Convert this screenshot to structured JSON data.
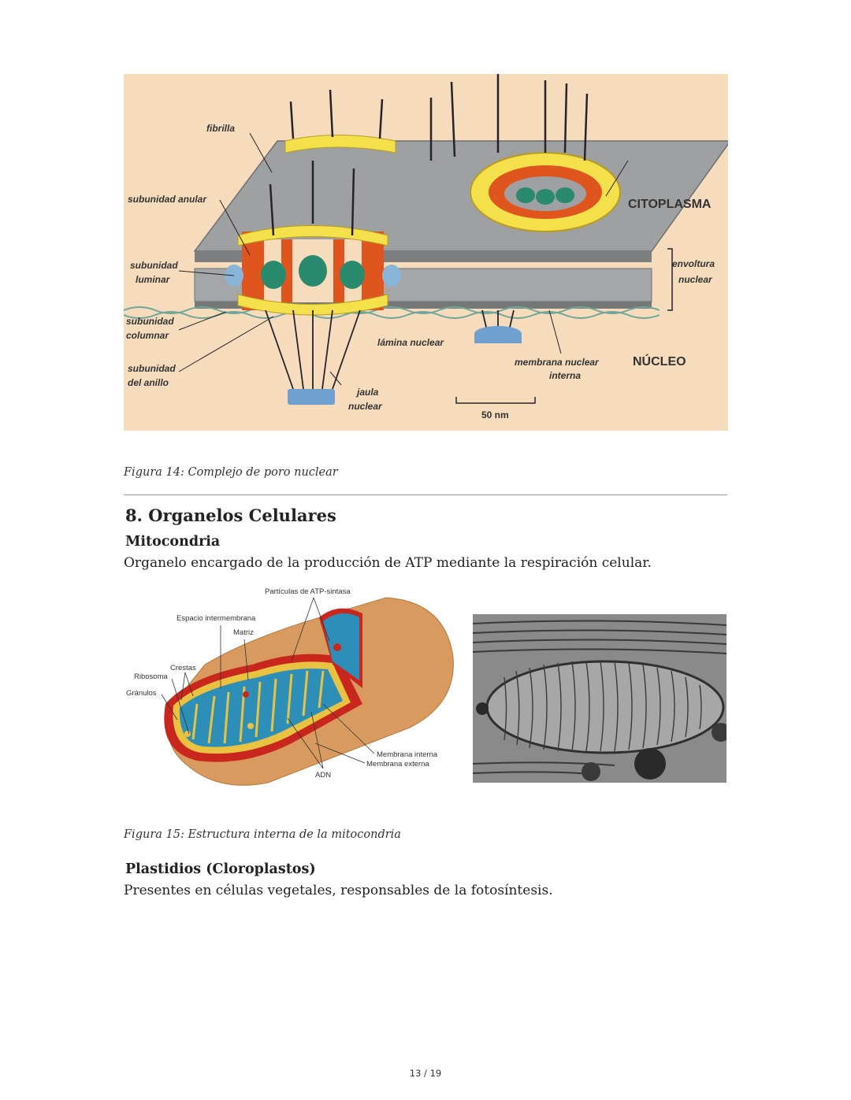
{
  "figure14": {
    "labels": {
      "fibrilla": "fibrilla",
      "subunidad_anular": "subunidad anular",
      "subunidad_luminar_1": "subunidad",
      "subunidad_luminar_2": "luminar",
      "subunidad_columnar_1": "subunidad",
      "subunidad_columnar_2": "columnar",
      "subunidad_anillo_1": "subunidad",
      "subunidad_anillo_2": "del anillo",
      "citoplasma": "CITOPLASMA",
      "envoltura_1": "envoltura",
      "envoltura_2": "nuclear",
      "lamina_nuclear": "lámina nuclear",
      "membrana_interna_1": "membrana nuclear",
      "membrana_interna_2": "interna",
      "nucleo": "NÚCLEO",
      "jaula_1": "jaula",
      "jaula_2": "nuclear",
      "scale": "50 nm"
    },
    "caption": "Figura 14: Complejo de poro nuclear"
  },
  "section": {
    "title": "8. Organelos Celulares"
  },
  "mitocondria": {
    "heading": "Mitocondria",
    "text": "Organelo encargado de la producción de ATP mediante la respiración celular.",
    "labels": {
      "atp": "Partículas de ATP-sintasa",
      "espacio": "Espacio intermembrana",
      "matriz": "Matriz",
      "crestas": "Crestas",
      "ribosoma": "Ribosoma",
      "granulos": "Gránulos",
      "membrana_interna": "Membrana interna",
      "membrana_externa": "Membrana externa",
      "adn": "ADN"
    },
    "caption": "Figura 15: Estructura interna de la mitocondria"
  },
  "plastidios": {
    "heading": "Plastidios (Cloroplastos)",
    "text": "Presentes en células vegetales, responsables de la fotosíntesis."
  },
  "page": {
    "number": "13 / 19"
  }
}
